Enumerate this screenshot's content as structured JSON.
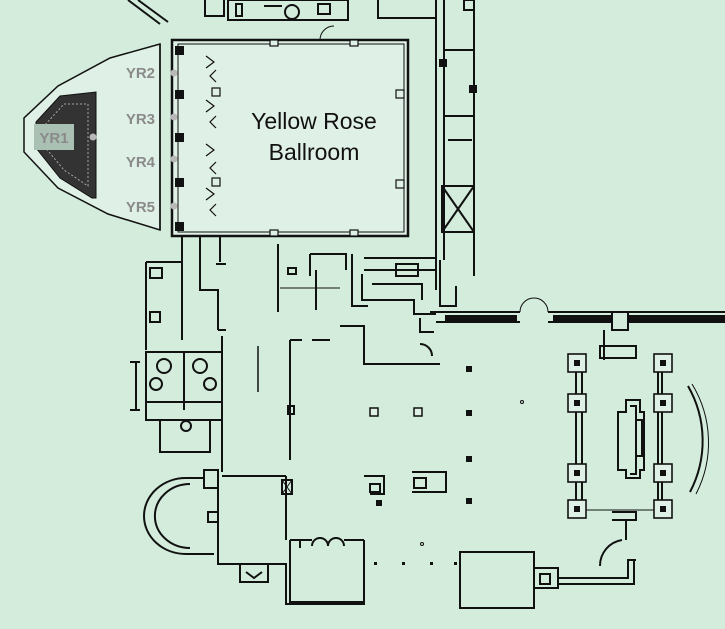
{
  "map": {
    "ballroom": {
      "line1": "Yellow Rose",
      "line2": "Ballroom"
    },
    "rooms": [
      {
        "id": "yr1",
        "label": "YR1"
      },
      {
        "id": "yr2",
        "label": "YR2"
      },
      {
        "id": "yr3",
        "label": "YR3"
      },
      {
        "id": "yr4",
        "label": "YR4"
      },
      {
        "id": "yr5",
        "label": "YR5"
      }
    ],
    "colors": {
      "background": "#d3ecdc",
      "wall": "#111111",
      "room_fill": "#dff0e6",
      "label_bg": "#a9c0b2",
      "label_text": "#8a8a8a",
      "marker": "#b8b8b8"
    }
  }
}
